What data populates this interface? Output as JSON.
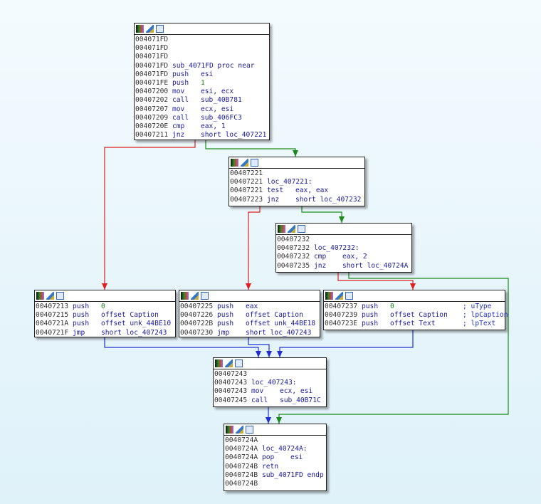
{
  "colors": {
    "false_edge": "#e02020",
    "true_edge": "#1a8a1a",
    "flow_edge": "#2030d0"
  },
  "blocks": [
    {
      "id": "b1",
      "lines": [
        {
          "addr": "004071FD",
          "m": "",
          "o": ""
        },
        {
          "addr": "004071FD",
          "m": "",
          "o": ""
        },
        {
          "addr": "004071FD",
          "m": "",
          "o": ""
        },
        {
          "addr": "004071FD",
          "label": "sub_4071FD proc near"
        },
        {
          "addr": "004071FD",
          "m": "push",
          "o": "esi"
        },
        {
          "addr": "004071FE",
          "m": "push",
          "o": "1",
          "num": true
        },
        {
          "addr": "00407200",
          "m": "mov",
          "o": "esi, ecx"
        },
        {
          "addr": "00407202",
          "m": "call",
          "o": "sub_40B781"
        },
        {
          "addr": "00407207",
          "m": "mov",
          "o": "ecx, esi"
        },
        {
          "addr": "00407209",
          "m": "call",
          "o": "sub_406FC3"
        },
        {
          "addr": "0040720E",
          "m": "cmp",
          "o": "eax, 1"
        },
        {
          "addr": "00407211",
          "m": "jnz",
          "o": "short loc_407221"
        }
      ]
    },
    {
      "id": "b2",
      "lines": [
        {
          "addr": "00407221",
          "m": "",
          "o": ""
        },
        {
          "addr": "00407221",
          "label": "loc_407221:"
        },
        {
          "addr": "00407221",
          "m": "test",
          "o": "eax, eax"
        },
        {
          "addr": "00407223",
          "m": "jnz",
          "o": "short loc_407232"
        }
      ]
    },
    {
      "id": "b3",
      "lines": [
        {
          "addr": "00407232",
          "m": "",
          "o": ""
        },
        {
          "addr": "00407232",
          "label": "loc_407232:"
        },
        {
          "addr": "00407232",
          "m": "cmp",
          "o": "eax, 2"
        },
        {
          "addr": "00407235",
          "m": "jnz",
          "o": "short loc_40724A"
        }
      ]
    },
    {
      "id": "b4",
      "lines": [
        {
          "addr": "00407213",
          "m": "push",
          "o": "0",
          "num": true
        },
        {
          "addr": "00407215",
          "m": "push",
          "o": "offset Caption"
        },
        {
          "addr": "0040721A",
          "m": "push",
          "o": "offset unk_44BE10"
        },
        {
          "addr": "0040721F",
          "m": "jmp",
          "o": "short loc_407243"
        }
      ]
    },
    {
      "id": "b5",
      "lines": [
        {
          "addr": "00407225",
          "m": "push",
          "o": "eax"
        },
        {
          "addr": "00407226",
          "m": "push",
          "o": "offset Caption"
        },
        {
          "addr": "0040722B",
          "m": "push",
          "o": "offset unk_44BE18"
        },
        {
          "addr": "00407230",
          "m": "jmp",
          "o": "short loc_407243"
        }
      ]
    },
    {
      "id": "b6",
      "lines": [
        {
          "addr": "00407237",
          "m": "push",
          "o": "0",
          "num": true,
          "c": "; uType"
        },
        {
          "addr": "00407239",
          "m": "push",
          "o": "offset Caption",
          "c": "; lpCaption"
        },
        {
          "addr": "0040723E",
          "m": "push",
          "o": "offset Text",
          "c": "; lpText"
        }
      ]
    },
    {
      "id": "b7",
      "lines": [
        {
          "addr": "00407243",
          "m": "",
          "o": ""
        },
        {
          "addr": "00407243",
          "label": "loc_407243:"
        },
        {
          "addr": "00407243",
          "m": "mov",
          "o": "ecx, esi"
        },
        {
          "addr": "00407245",
          "m": "call",
          "o": "sub_40B71C"
        }
      ]
    },
    {
      "id": "b8",
      "lines": [
        {
          "addr": "0040724A",
          "m": "",
          "o": ""
        },
        {
          "addr": "0040724A",
          "label": "loc_40724A:"
        },
        {
          "addr": "0040724A",
          "m": "pop",
          "o": "esi"
        },
        {
          "addr": "0040724B",
          "m": "retn",
          "o": ""
        },
        {
          "addr": "0040724B",
          "label": "sub_4071FD endp"
        },
        {
          "addr": "0040724B",
          "m": "",
          "o": ""
        }
      ]
    }
  ]
}
